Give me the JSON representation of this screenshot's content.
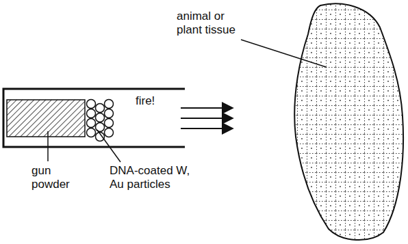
{
  "diagram": {
    "labels": [
      "animal or plant tissue",
      "fire!",
      "gun powder",
      "DNA-coated W, Au particles"
    ]
  }
}
